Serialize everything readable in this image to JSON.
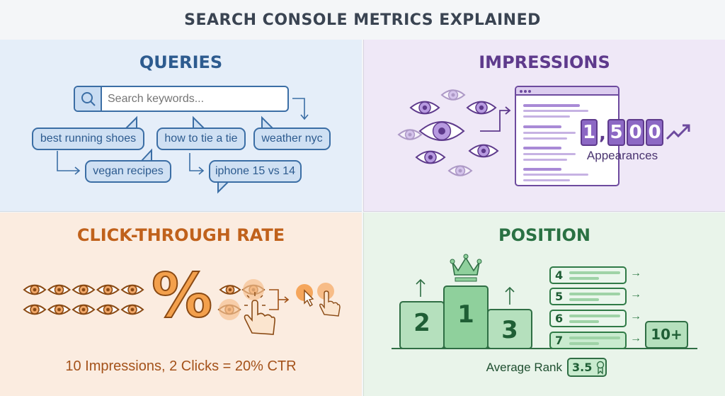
{
  "title": "SEARCH CONSOLE METRICS EXPLAINED",
  "colors": {
    "queries": "#2d5b8f",
    "impressions": "#5e3a8c",
    "ctr": "#c0611b",
    "position": "#2a7143"
  },
  "queries": {
    "heading": "QUERIES",
    "search_icon": "magnifier-icon",
    "search_placeholder": "Search keywords...",
    "bubbles": [
      "best running shoes",
      "how to tie a tie",
      "weather nyc",
      "vegan recipes",
      "iphone 15 vs 14"
    ]
  },
  "impressions": {
    "heading": "IMPRESSIONS",
    "counter_digits": [
      "1",
      ",",
      "5",
      "0",
      "0"
    ],
    "counter_label": "Appearances",
    "trend_icon": "trend-up-icon"
  },
  "ctr": {
    "heading": "CLICK-THROUGH RATE",
    "percent_symbol": "%",
    "impression_count": 10,
    "click_count": 2,
    "formula": "10 Impressions, 2 Clicks = 20% CTR"
  },
  "position": {
    "heading": "POSITION",
    "podium": [
      "2",
      "1",
      "3"
    ],
    "ranks": [
      "4",
      "5",
      "6",
      "7"
    ],
    "beyond": "10+",
    "average_label": "Average Rank",
    "average_value": "3.5"
  }
}
